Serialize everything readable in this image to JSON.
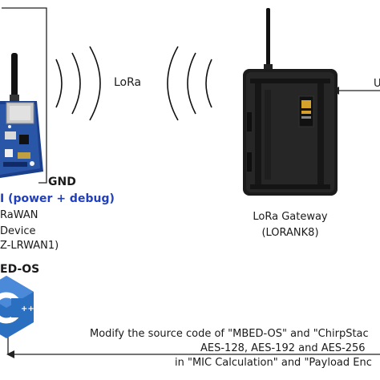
{
  "device": {
    "gnd_label": "GND",
    "usb_label": "I (power + debug)",
    "name_line1": "RaWAN",
    "name_line2": "Device",
    "name_line3": "Z-LRWAN1)"
  },
  "link": {
    "label": "LoRa"
  },
  "gateway": {
    "name_line1": "LoRa Gateway",
    "name_line2": "(LORANK8)",
    "side_label": "U"
  },
  "os": {
    "label": "ED-OS"
  },
  "note": {
    "line1": "Modify the source code of \"MBED-OS\" and \"ChirpStac",
    "line2": "AES-128, AES-192 and AES-256",
    "line3": "in \"MIC Calculation\" and \"Payload Enc"
  },
  "colors": {
    "usb_text": "#1f3fbf",
    "board": "#1c3f8c",
    "case": "#1b1b1b",
    "cpp_logo": "#2b6fc0"
  }
}
